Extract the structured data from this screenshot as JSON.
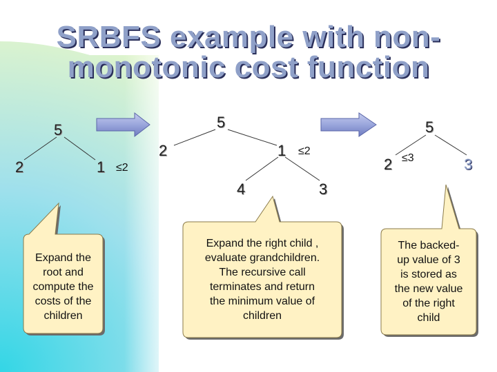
{
  "title": {
    "line1": "SRBFS example with non-",
    "line2": "monotonic cost function"
  },
  "step1": {
    "root": "5",
    "left_child": "2",
    "right_child": "1",
    "right_bound": "≤2",
    "callout": [
      "Expand the",
      "root and",
      "compute  the",
      "costs of the",
      "children"
    ]
  },
  "step2": {
    "root": "5",
    "left_child": "2",
    "right_child": "1",
    "right_bound": "≤2",
    "grandchild_left": "4",
    "grandchild_right": "3",
    "callout": [
      "Expand the right child ,",
      "evaluate grandchildren.",
      "The recursive call",
      "terminates and return",
      "the minimum value of",
      "children"
    ]
  },
  "step3": {
    "root": "5",
    "left_child": "2",
    "left_bound": "≤3",
    "right_child": "3",
    "callout": [
      "The backed-",
      "up value of 3",
      "is stored as",
      "the new value",
      "of the right",
      "child"
    ]
  },
  "colors": {
    "title": "#8fa0c8",
    "title_shadow": "#2a2f5a",
    "callout_fill": "#fff2c4",
    "arrow_fill": "#9aa6dc",
    "highlight_node": "#8fa0c8"
  }
}
